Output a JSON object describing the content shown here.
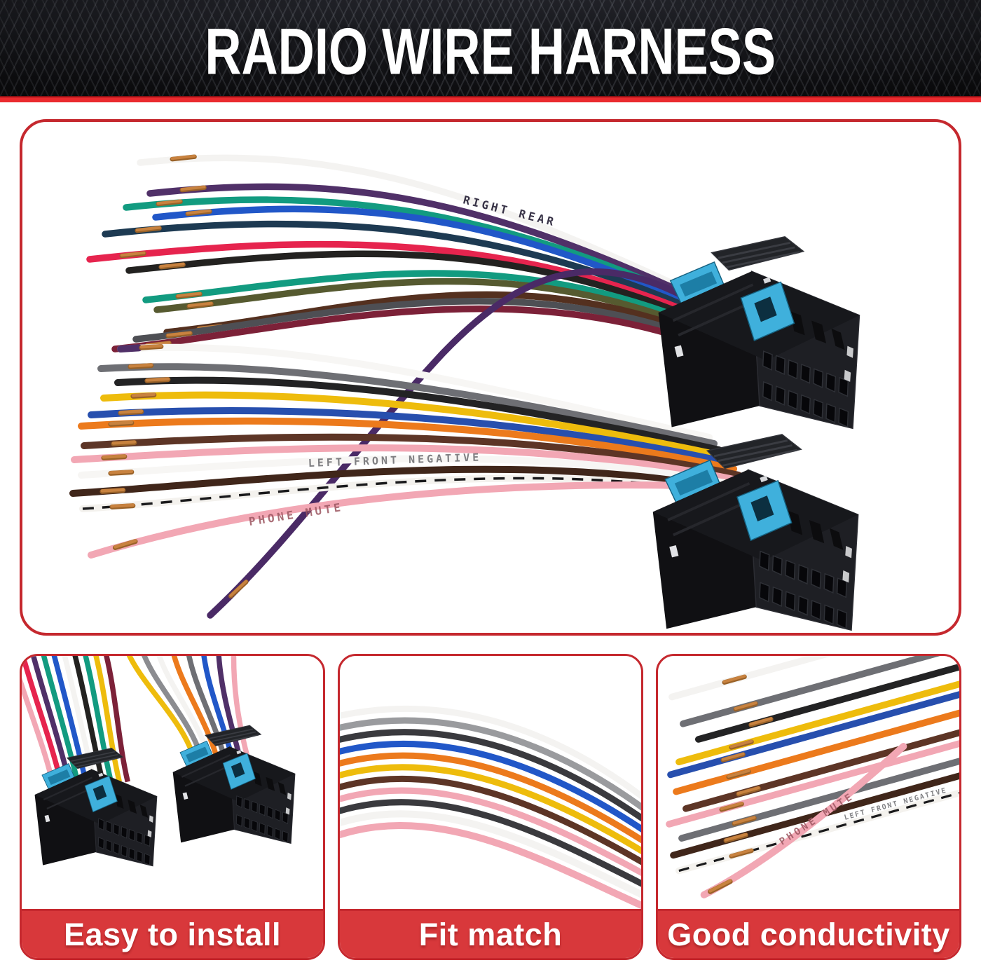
{
  "header": {
    "title": "RADIO WIRE HARNESS",
    "text_color": "#ffffff",
    "background_color": "#131316",
    "accent_line_color": "#ea2a2e"
  },
  "panels": {
    "border_color": "#c5282e",
    "background_color": "#ffffff"
  },
  "main_photo": {
    "copper_color": "#c8823f",
    "copper_dark": "#9a6228",
    "connector": {
      "body_color": "#101013",
      "face_color": "#1e1f24",
      "top_color": "#17181c",
      "cap_color": "#222428",
      "ridge_color": "#3a3c42",
      "latch_color": "#3fb0dc",
      "latch_shade": "#1d7ea6",
      "pin_color": "#07070a",
      "hole_color": "#e2e3e6"
    },
    "upper_wires": [
      "#f4f3f1",
      "#503068",
      "#129b80",
      "#2157c8",
      "#1d3a52",
      "#e6244e",
      "#232220",
      "#129b80",
      "#565a30",
      "#54301f",
      "#4e4f54",
      "#7c2138"
    ],
    "upper_long_wire": "#4a2a66",
    "lower_wires": [
      "#f7f6f4",
      "#6e6f74",
      "#232324",
      "#eebc0c",
      "#274fae",
      "#ec7a1c",
      "#5d3526",
      "#f2a7b4",
      "#f7f6f4",
      "#40261a",
      "#f4f2ee"
    ],
    "lower_stripe_color": "#1a1a1c",
    "lower_tip_stub_color": "#503068",
    "long_pink_wire": "#f2a7b4",
    "wire_labels": [
      "RIGHT REAR",
      "LEFT FRONT NEGATIVE",
      "PHONE MUTE"
    ]
  },
  "features": [
    {
      "label": "Easy to install"
    },
    {
      "label": "Fit match"
    },
    {
      "label": "Good conductivity"
    }
  ],
  "caption": {
    "bar_color": "#d8383b",
    "text_color": "#ffffff"
  }
}
